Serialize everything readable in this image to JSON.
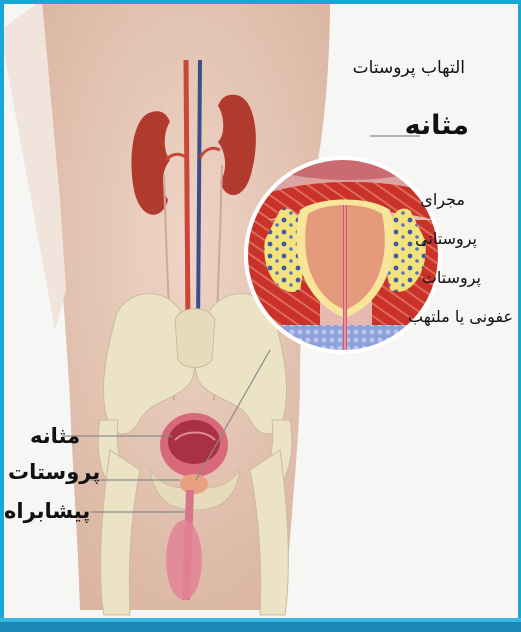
{
  "labels": {
    "title": "التهاب پروستات",
    "bladder_callout": "مثانه",
    "urethra_line1": "مجرای",
    "urethra_line2": "پروستاتی",
    "prostate_callout": "پروستات",
    "infected_callout": "عفونی یا ملتهب",
    "bladder_left": "مثانه",
    "prostate_left": "پروستات",
    "urethra_left": "پیشابراه"
  },
  "colors": {
    "frame": "#18a8d8",
    "skin": "#e8cbbb",
    "kidney": "#b03a2e",
    "bone": "#ece3c6",
    "muscle": "#c8302a",
    "prostate": "#e59a7c"
  }
}
